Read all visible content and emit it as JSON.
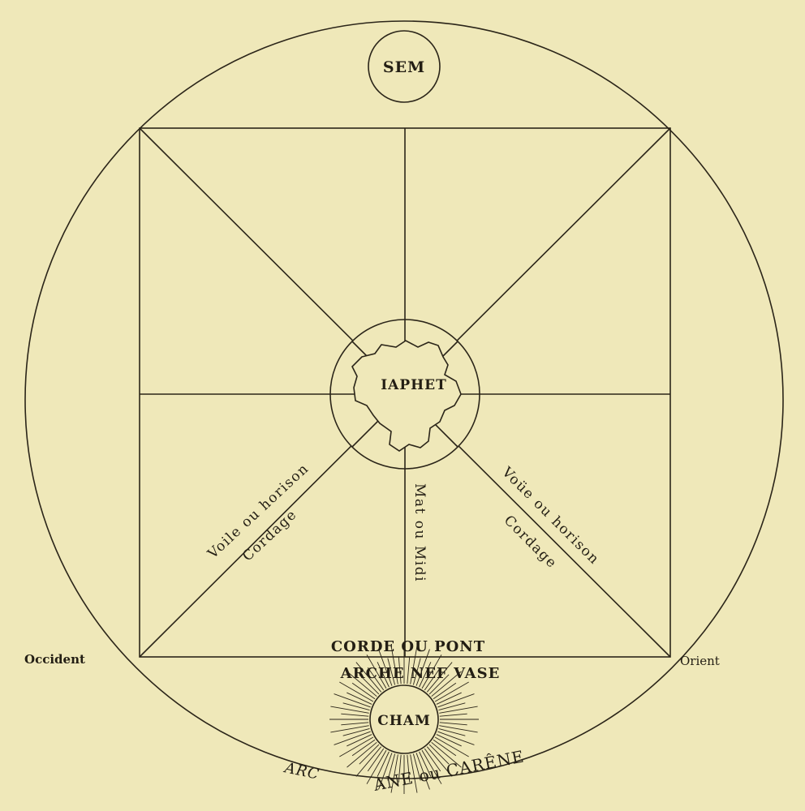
{
  "diagram": {
    "top_circle": "SEM",
    "center_circle": "IAPHET",
    "bottom_sun": "CHAM",
    "left_diagonal_upper": "Voile ou horison",
    "left_diagonal_lower": "Cordage",
    "vertical_axis": "Mat ou Midi",
    "right_diagonal_upper": "Voüe ou horison",
    "right_diagonal_lower": "Cordage",
    "base_line_upper": "CORDE OU PONT",
    "base_line_lower": "ARCHE NEF VASE",
    "left_corner": "Occident",
    "right_corner": "Orient",
    "arc_left": "ARC",
    "arc_bottom": "ANE ou CARÊNE"
  },
  "colors": {
    "paper": "#efe8b9",
    "ink": "#2b2519"
  }
}
